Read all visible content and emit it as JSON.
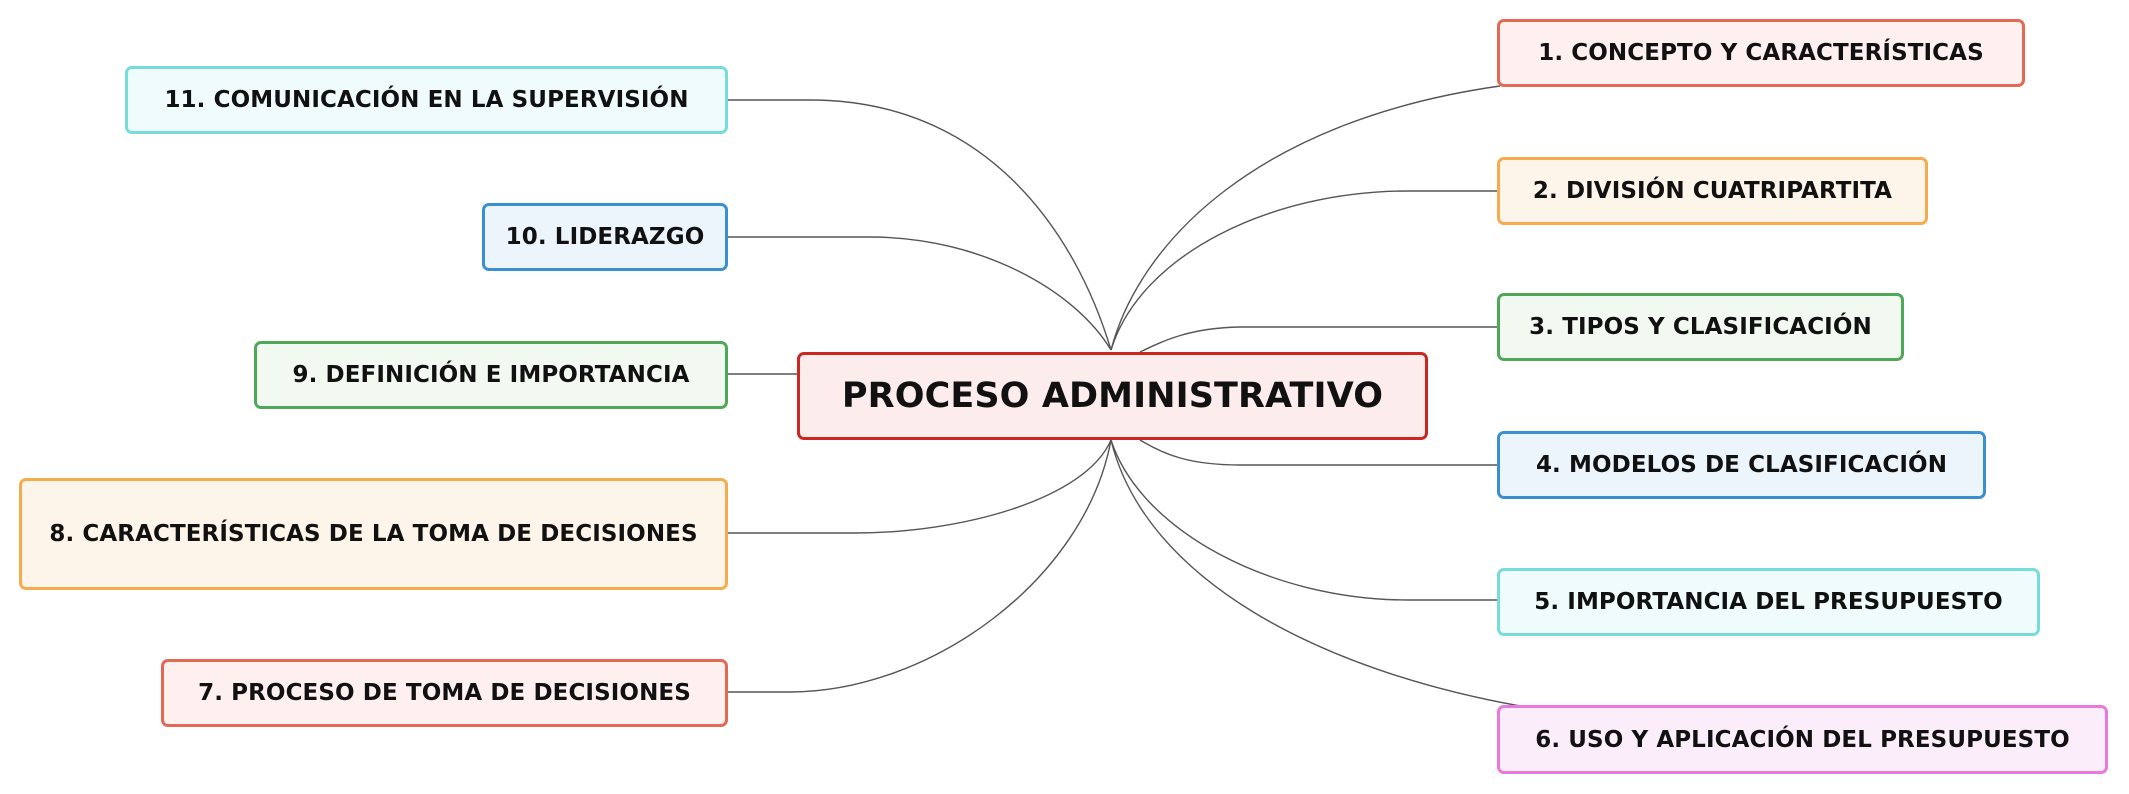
{
  "diagram": {
    "root": {
      "label": "PROCESO ADMINISTRATIVO",
      "color": "#cc2722"
    },
    "topics": [
      {
        "id": "t1",
        "label": "1. CONCEPTO Y CARACTERÍSTICAS",
        "color": "#e26a55"
      },
      {
        "id": "t2",
        "label": "2. DIVISIÓN CUATRIPARTITA",
        "color": "#f5ac4f"
      },
      {
        "id": "t3",
        "label": "3. TIPOS Y CLASIFICACIÓN",
        "color": "#4fa85a"
      },
      {
        "id": "t4",
        "label": "4. MODELOS DE CLASIFICACIÓN",
        "color": "#3a8fd0"
      },
      {
        "id": "t5",
        "label": "5. IMPORTANCIA DEL PRESUPUESTO",
        "color": "#76dcd9"
      },
      {
        "id": "t6",
        "label": "6. USO Y APLICACIÓN DEL PRESUPUESTO",
        "color": "#e879dd"
      },
      {
        "id": "t7",
        "label": "7. PROCESO DE TOMA DE DECISIONES",
        "color": "#e26a55"
      },
      {
        "id": "t8",
        "label": "8. CARACTERÍSTICAS DE LA TOMA DE DECISIONES",
        "color": "#f5ac4f"
      },
      {
        "id": "t9",
        "label": "9. DEFINICIÓN E IMPORTANCIA",
        "color": "#4fa85a"
      },
      {
        "id": "t10",
        "label": "10. LIDERAZGO",
        "color": "#3a8fd0"
      },
      {
        "id": "t11",
        "label": "11. COMUNICACIÓN EN LA SUPERVISIÓN",
        "color": "#76dcd9"
      }
    ]
  }
}
